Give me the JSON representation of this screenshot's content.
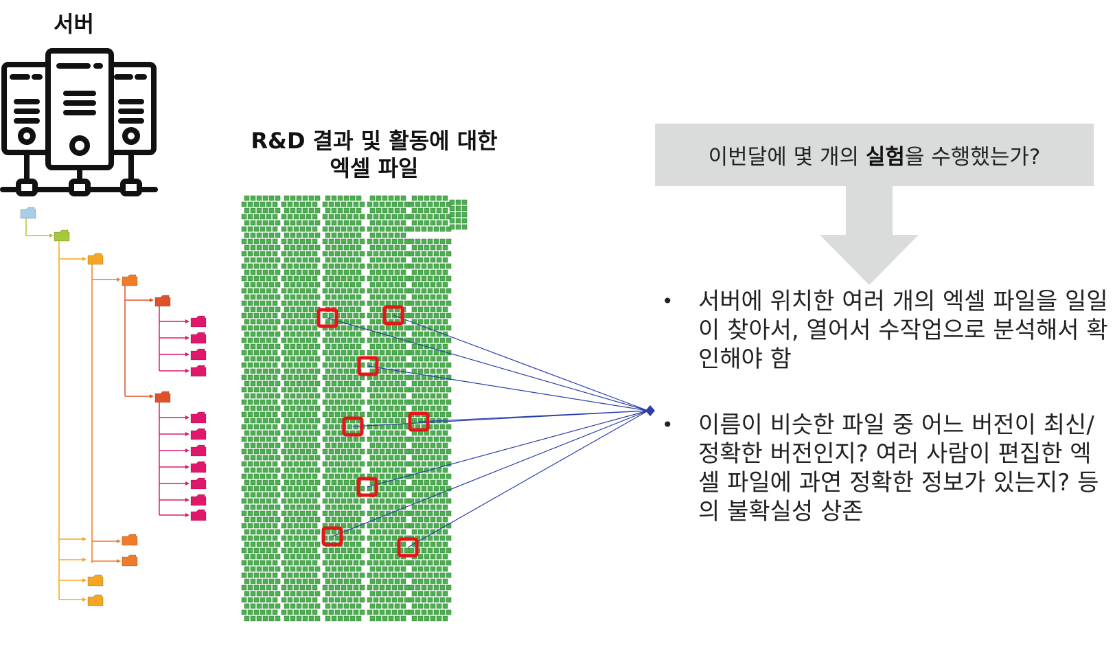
{
  "server": {
    "label": "서버",
    "icon": "server-rack-icon"
  },
  "folder_tree": {
    "icon": "folder-icon",
    "colors": {
      "root": "#a8cde8",
      "level1": "#a6c93a",
      "level2": "#f5a623",
      "level3": "#f07c2a",
      "level4": "#e0512a",
      "level5": "#e0176a"
    }
  },
  "excel": {
    "title_line1": "R&D 결과 및 활동에 대한",
    "title_line2": "엑셀 파일",
    "icon": "excel-file-icon",
    "icon_color": "#4caf50",
    "highlight_color": "#e8141a",
    "link_color": "#2a3fa8"
  },
  "question": {
    "prefix": "이번달에 몇 개의 ",
    "bold": "실험",
    "suffix": "을 수행했는가?"
  },
  "bullets": [
    "서버에 위치한 여러 개의 엑셀 파일을 일일이 찾아서, 열어서 수작업으로 분석해서 확인해야 함",
    "이름이 비슷한 파일 중 어느 버전이 최신/정확한 버전인지? 여러 사람이 편집한 엑셀 파일에 과연 정확한 정보가 있는지? 등의 불확실성 상존"
  ]
}
